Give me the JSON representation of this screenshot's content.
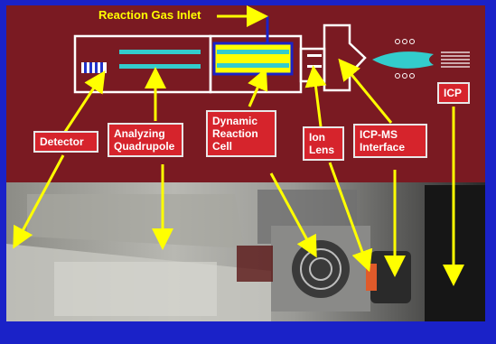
{
  "title_inlet": "Reaction Gas Inlet",
  "labels": {
    "detector": "Detector",
    "analyzing_quadrupole": "Analyzing\nQuadrupole",
    "drc": "Dynamic\nReaction\nCell",
    "ion_lens": "Ion\nLens",
    "interface": "ICP-MS\nInterface",
    "icp": "ICP"
  },
  "colors": {
    "background": "#1a22c8",
    "panel": "#7a1a22",
    "label_fill": "#d6242c",
    "arrow": "#ffff00",
    "beam": "#33cccc"
  }
}
